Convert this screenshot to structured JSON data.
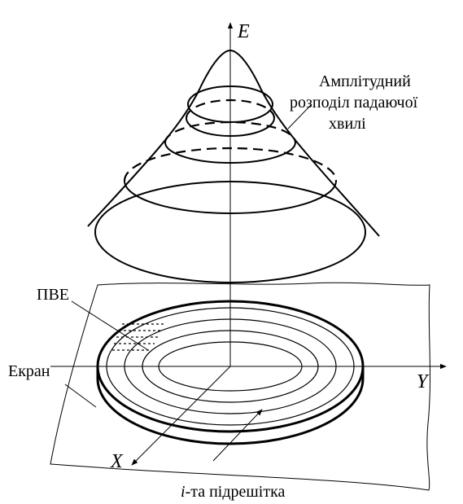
{
  "labels": {
    "axis_e": "E",
    "axis_x": "X",
    "axis_y": "Y",
    "amplitude_line1": "Амплітудний",
    "amplitude_line2": "розподіл падаючої",
    "amplitude_line3": "хвилі",
    "pve": "ПВЕ",
    "screen": "Екран",
    "subgrating_prefix": "i",
    "subgrating_rest": "-та підрешітка"
  }
}
